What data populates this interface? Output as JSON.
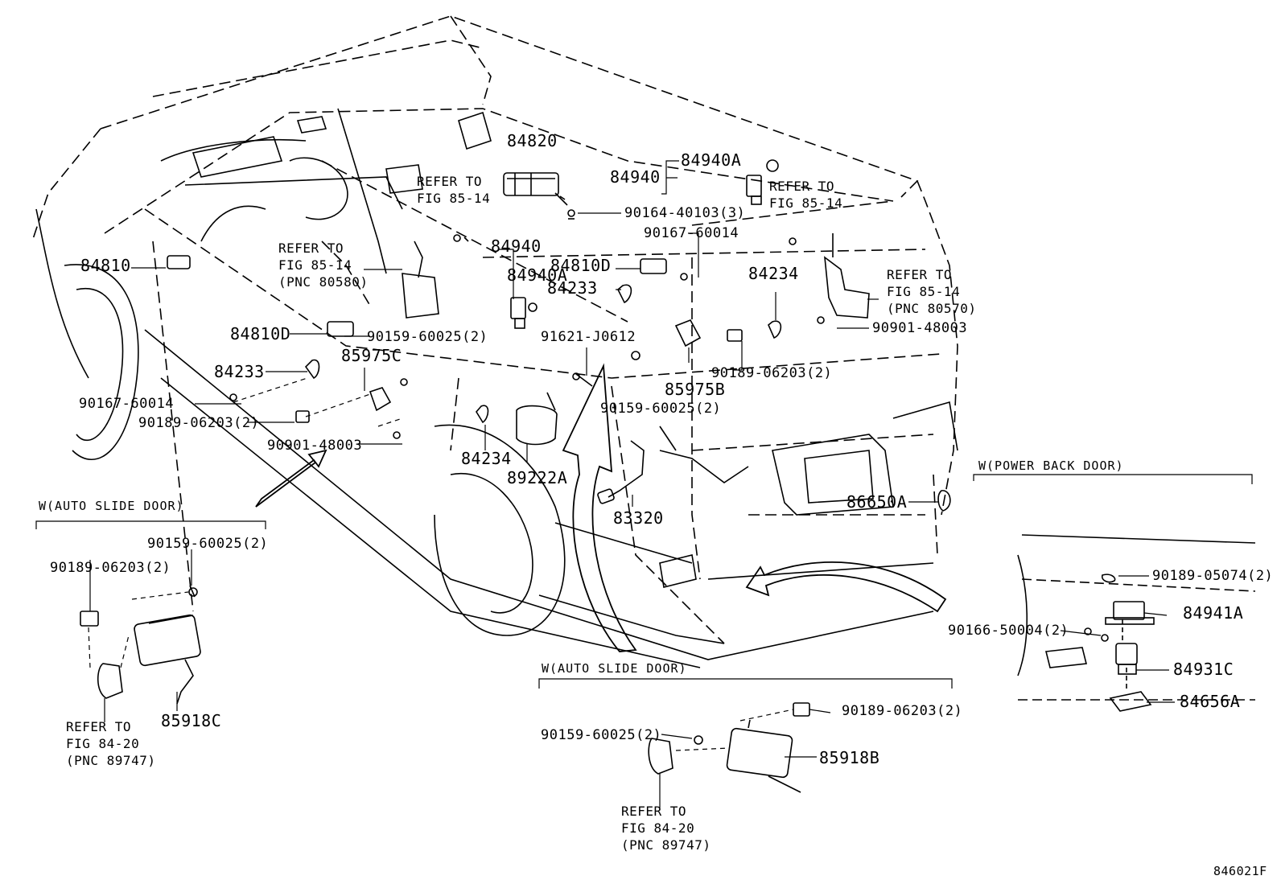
{
  "figure_id": "846021F",
  "sections": {
    "auto_slide_left": "W(AUTO SLIDE DOOR)",
    "auto_slide_center": "W(AUTO SLIDE DOOR)",
    "power_back_door": "W(POWER BACK DOOR)"
  },
  "refer_notes": {
    "fig85_14_top": [
      "REFER TO",
      "FIG 85-14"
    ],
    "fig85_14_right_top": [
      "REFER TO",
      "FIG 85-14"
    ],
    "fig85_14_pnc80580": [
      "REFER TO",
      "FIG 85-14",
      "(PNC 80580)"
    ],
    "fig85_14_pnc80570": [
      "REFER TO",
      "FIG 85-14",
      "(PNC 80570)"
    ],
    "fig84_20_left": [
      "REFER TO",
      "FIG 84-20",
      "(PNC 89747)"
    ],
    "fig84_20_center": [
      "REFER TO",
      "FIG 84-20",
      "(PNC 89747)"
    ]
  },
  "parts": {
    "p84820": "84820",
    "p84940_top": "84940",
    "p84940A_top": "84940A",
    "p90164_40103": "90164-40103(3)",
    "p90167_60014_top": "90167-60014",
    "p84810": "84810",
    "p84940_mid": "84940",
    "p84940A_mid": "84940A",
    "p84810D_mid": "84810D",
    "p84233_mid": "84233",
    "p84234_right": "84234",
    "p90901_48003_right": "90901-48003",
    "p84810D_left": "84810D",
    "p90159_60025_a": "90159-60025(2)",
    "p85975C": "85975C",
    "p91621_J0612": "91621-J0612",
    "p90189_06203_mid": "90189-06203(2)",
    "p85975B": "85975B",
    "p84233_left": "84233",
    "p90167_60014_left": "90167-60014",
    "p90189_06203_left": "90189-06203(2)",
    "p90159_60025_b": "90159-60025(2)",
    "p90901_48003_left": "90901-48003",
    "p84234_bottom": "84234",
    "p89222A": "89222A",
    "p83320": "83320",
    "p86650A": "86650A",
    "sl_90159_60025": "90159-60025(2)",
    "sl_90189_06203": "90189-06203(2)",
    "sl_85918C": "85918C",
    "sc_90189_06203": "90189-06203(2)",
    "sc_90159_60025": "90159-60025(2)",
    "sc_85918B": "85918B",
    "pb_90189_05074": "90189-05074(2)",
    "pb_84941A": "84941A",
    "pb_90166_50004": "90166-50004(2)",
    "pb_84931C": "84931C",
    "pb_84656A": "84656A"
  }
}
